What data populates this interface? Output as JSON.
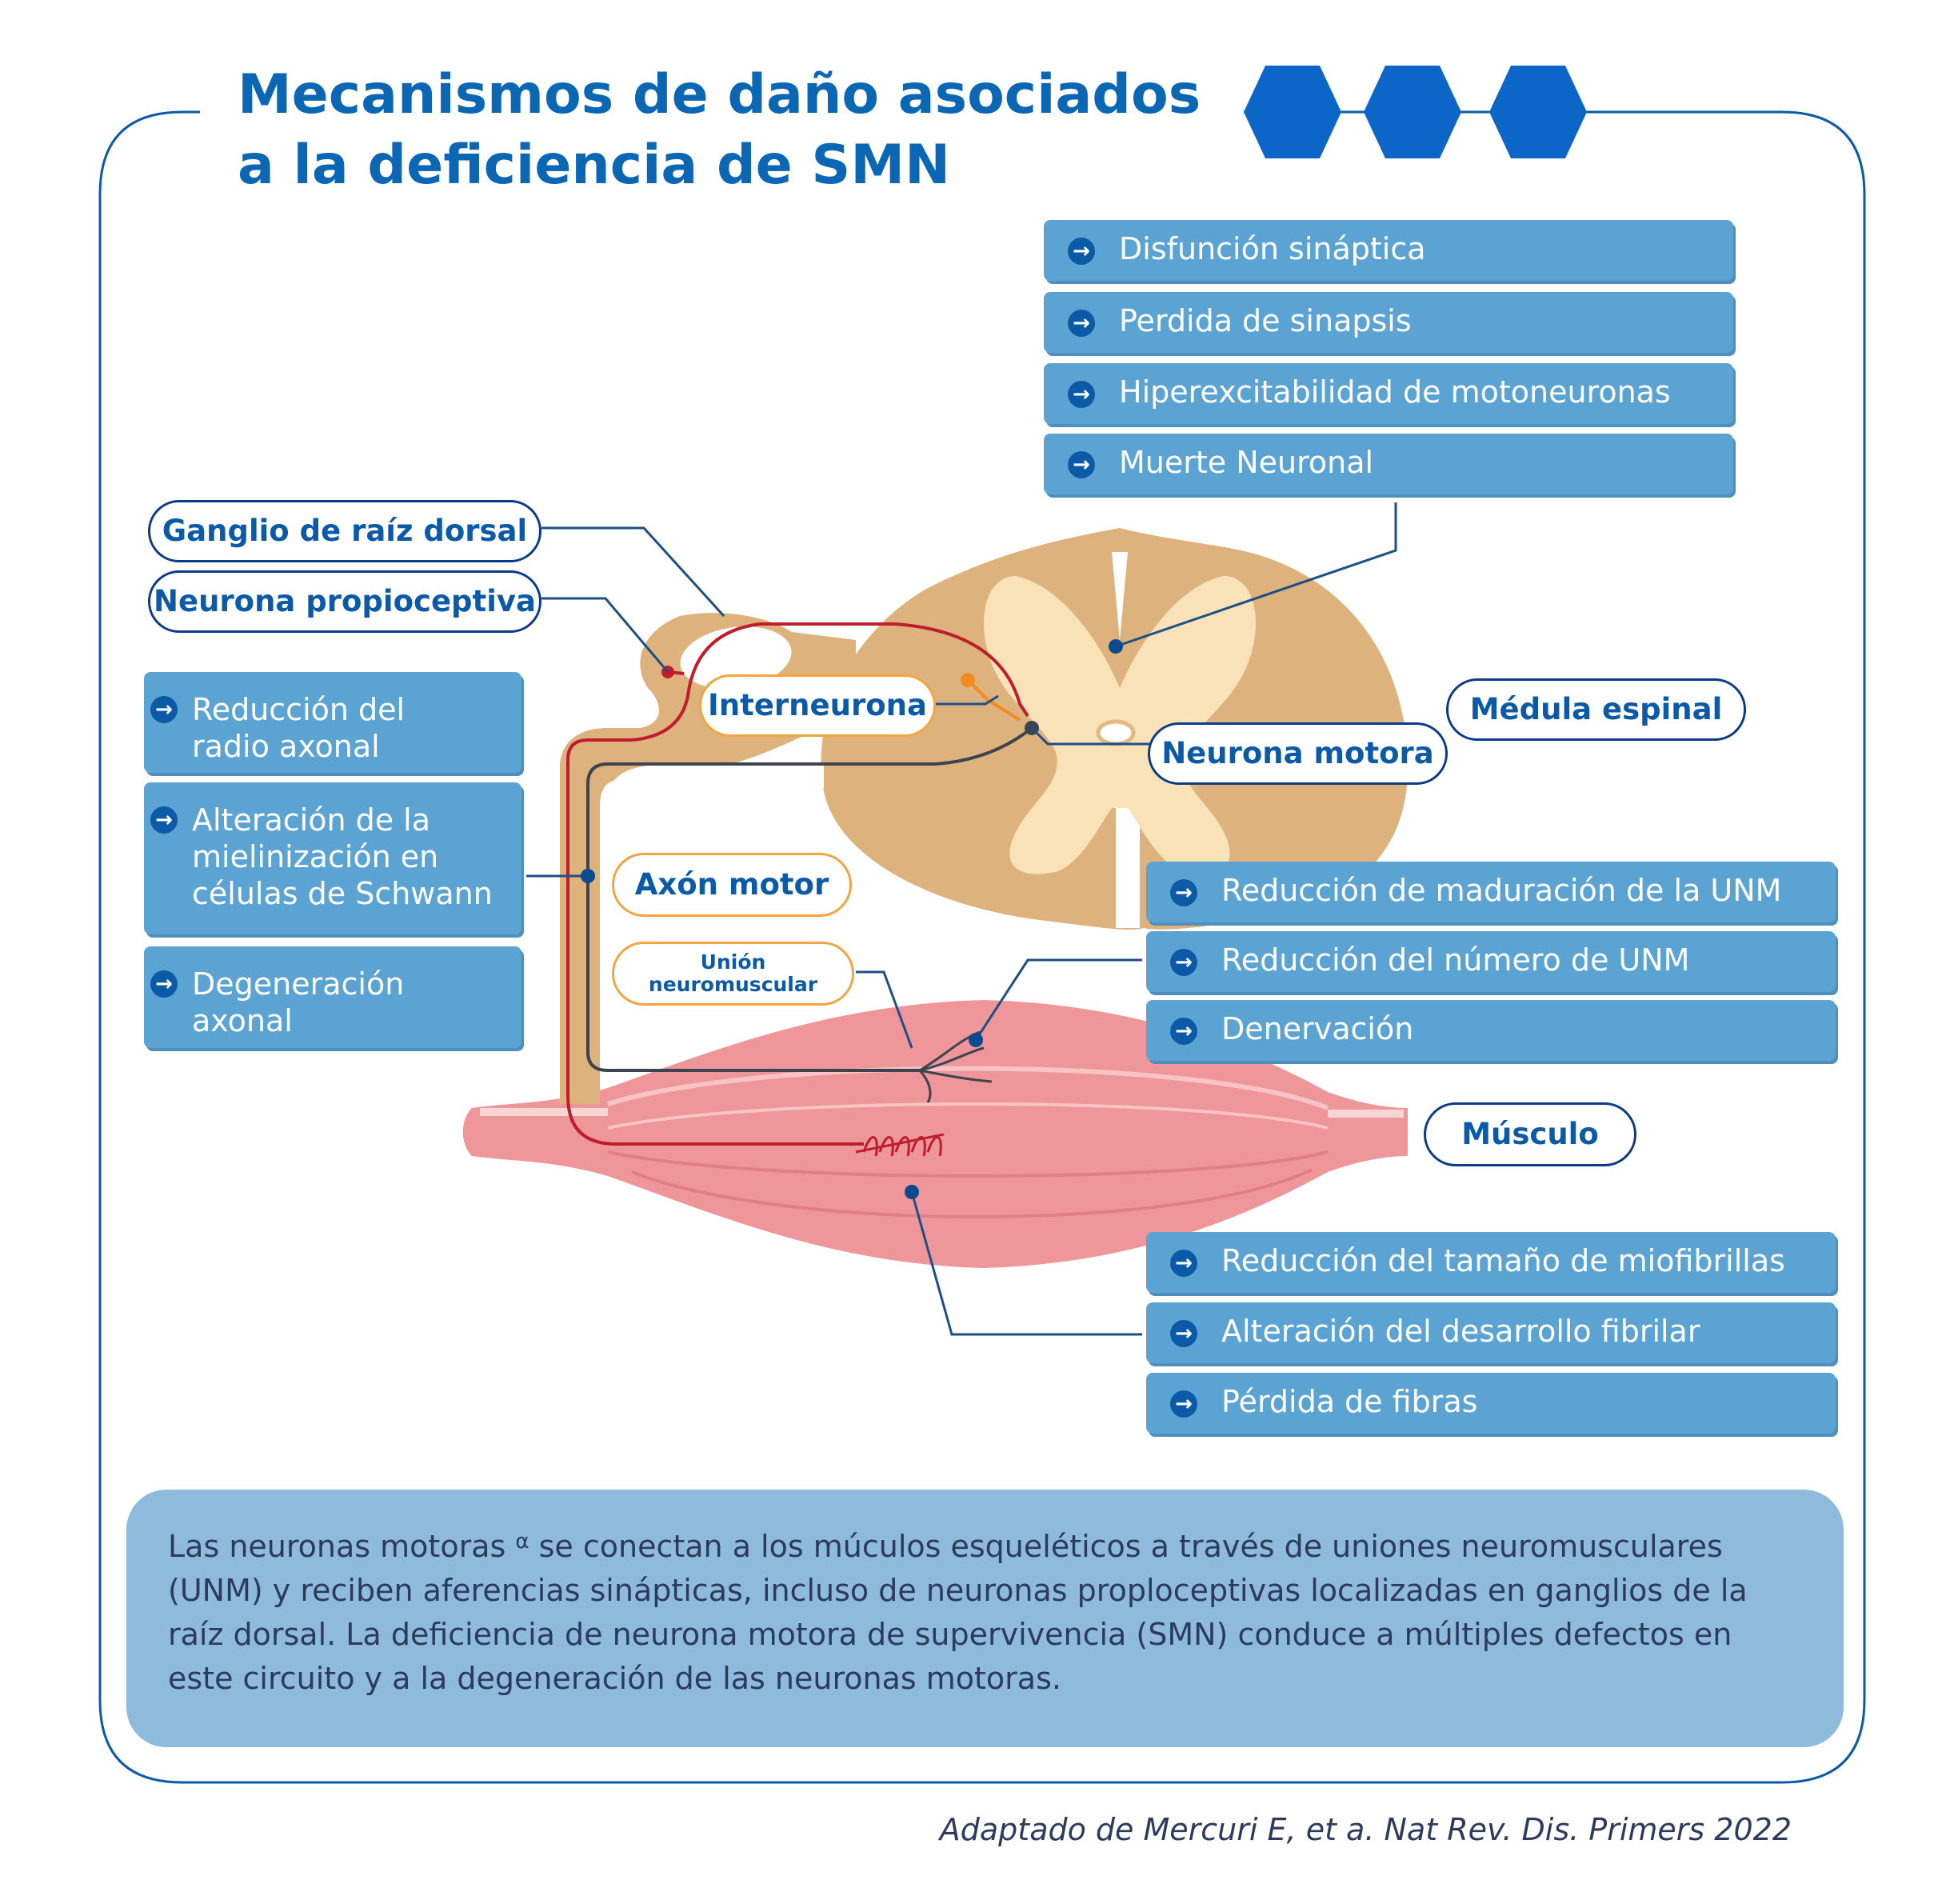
{
  "title": [
    "Mecanismos de daño asociados",
    "a la deficiencia de SMN"
  ],
  "top_mechanisms": [
    "Disfunción sináptica",
    "Perdida de sinapsis",
    "Hiperexcitabilidad de motoneuronas",
    "Muerte Neuronal"
  ],
  "left_mechanisms": [
    [
      "Reducción del",
      "radio axonal"
    ],
    [
      "Alteración de la",
      "mielinización en",
      "células de Schwann"
    ],
    [
      "Degeneración",
      "axonal"
    ]
  ],
  "nmj_mechanisms": [
    "Reducción de maduración de la UNM",
    "Reducción del número de UNM",
    "Denervación"
  ],
  "muscle_mechanisms": [
    "Reducción del tamaño de miofibrillas",
    "Alteración del desarrollo fibrilar",
    "Pérdida de fibras"
  ],
  "labels": {
    "ganglion": "Ganglio de raíz dorsal",
    "proprioceptive": "Neurona propioceptiva",
    "interneuron": "Interneurona",
    "spinal_cord": "Médula espinal",
    "motor_neuron": "Neurona motora",
    "motor_axon": "Axón motor",
    "nmj": [
      "Unión",
      "neuromuscular"
    ],
    "muscle": "Músculo"
  },
  "description": {
    "before": "Las neuronas motoras ",
    "alpha": "α",
    "after": " se conectan a los múculos esqueléticos a través de uniones neuromusculares (UNM) y reciben aferencias sinápticas, incluso de neuronas proploceptivas localizadas en ganglios de la raíz dorsal. La deficiencia de neurona motora de supervivencia (SMN) conduce a múltiples defectos en este circuito y a la degeneración de las neuronas motoras."
  },
  "citation": "Adaptado de Mercuri E, et a. Nat Rev. Dis. Primers 2022",
  "icons": {
    "bullet": "arrow-right-circle-icon"
  },
  "colors": {
    "title": "#0b66b3",
    "box": "#5ba3d3",
    "frame": "#0b5aa8",
    "hexagon": "#0b66c8",
    "spinal_tan": "#ddb27c",
    "spinal_cream": "#f9e2b8",
    "muscle": "#ef969a",
    "sensory_red": "#c01d2c",
    "motor_gray": "#3d4450",
    "interneuron_orange": "#f18b22",
    "note": "#8ebbdb"
  }
}
